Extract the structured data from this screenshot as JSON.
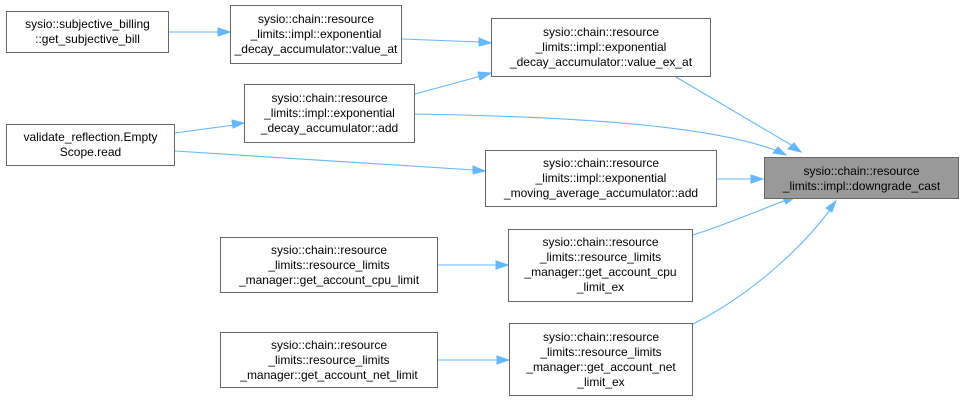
{
  "nodes": {
    "n_target": [
      "sysio::chain::resource",
      "_limits::impl::downgrade_cast"
    ],
    "n_vex": [
      "sysio::chain::resource",
      "_limits::impl::exponential",
      "_decay_accumulator::value_ex_at"
    ],
    "n_va": [
      "sysio::chain::resource",
      "_limits::impl::exponential",
      "_decay_accumulator::value_at"
    ],
    "n_sb": [
      "sysio::subjective_billing",
      "::get_subjective_bill"
    ],
    "n_add": [
      "sysio::chain::resource",
      "_limits::impl::exponential",
      "_decay_accumulator::add"
    ],
    "n_vr": [
      "validate_reflection.Empty",
      "Scope.read"
    ],
    "n_mavg": [
      "sysio::chain::resource",
      "_limits::impl::exponential",
      "_moving_average_accumulator::add"
    ],
    "n_gcpuex": [
      "sysio::chain::resource",
      "_limits::resource_limits",
      "_manager::get_account_cpu",
      "_limit_ex"
    ],
    "n_gcpu": [
      "sysio::chain::resource",
      "_limits::resource_limits",
      "_manager::get_account_cpu_limit"
    ],
    "n_gnetex": [
      "sysio::chain::resource",
      "_limits::resource_limits",
      "_manager::get_account_net",
      "_limit_ex"
    ],
    "n_gnet": [
      "sysio::chain::resource",
      "_limits::resource_limits",
      "_manager::get_account_net_limit"
    ]
  },
  "colors": {
    "edge": "#63b8ff",
    "node_border": "#666666",
    "target_fill": "#999999"
  }
}
